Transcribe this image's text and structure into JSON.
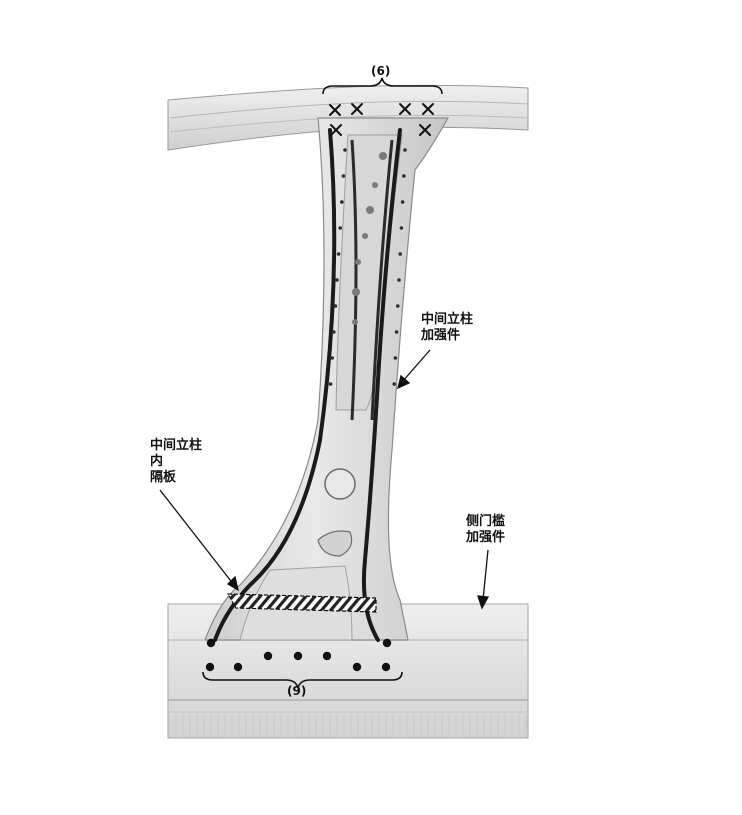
{
  "callouts": {
    "top_ref": "(6)",
    "bottom_ref": "(9)"
  },
  "labels": {
    "pillar_reinforcement": [
      "中间立柱",
      "加强件"
    ],
    "pillar_inner_baffle": [
      "中间立柱",
      "内",
      "隔板"
    ],
    "sill_reinforcement": [
      "侧门槛",
      "加强件"
    ]
  },
  "legend_marks": {
    "top_weld_symbol": "x-cross",
    "bottom_weld_symbol": "dot"
  },
  "colors": {
    "panel_light": "#e6e6e6",
    "panel_mid": "#cfcfcf",
    "panel_dark": "#8c8c8c",
    "seam": "#1a1a1a",
    "hatch": "#222222"
  }
}
